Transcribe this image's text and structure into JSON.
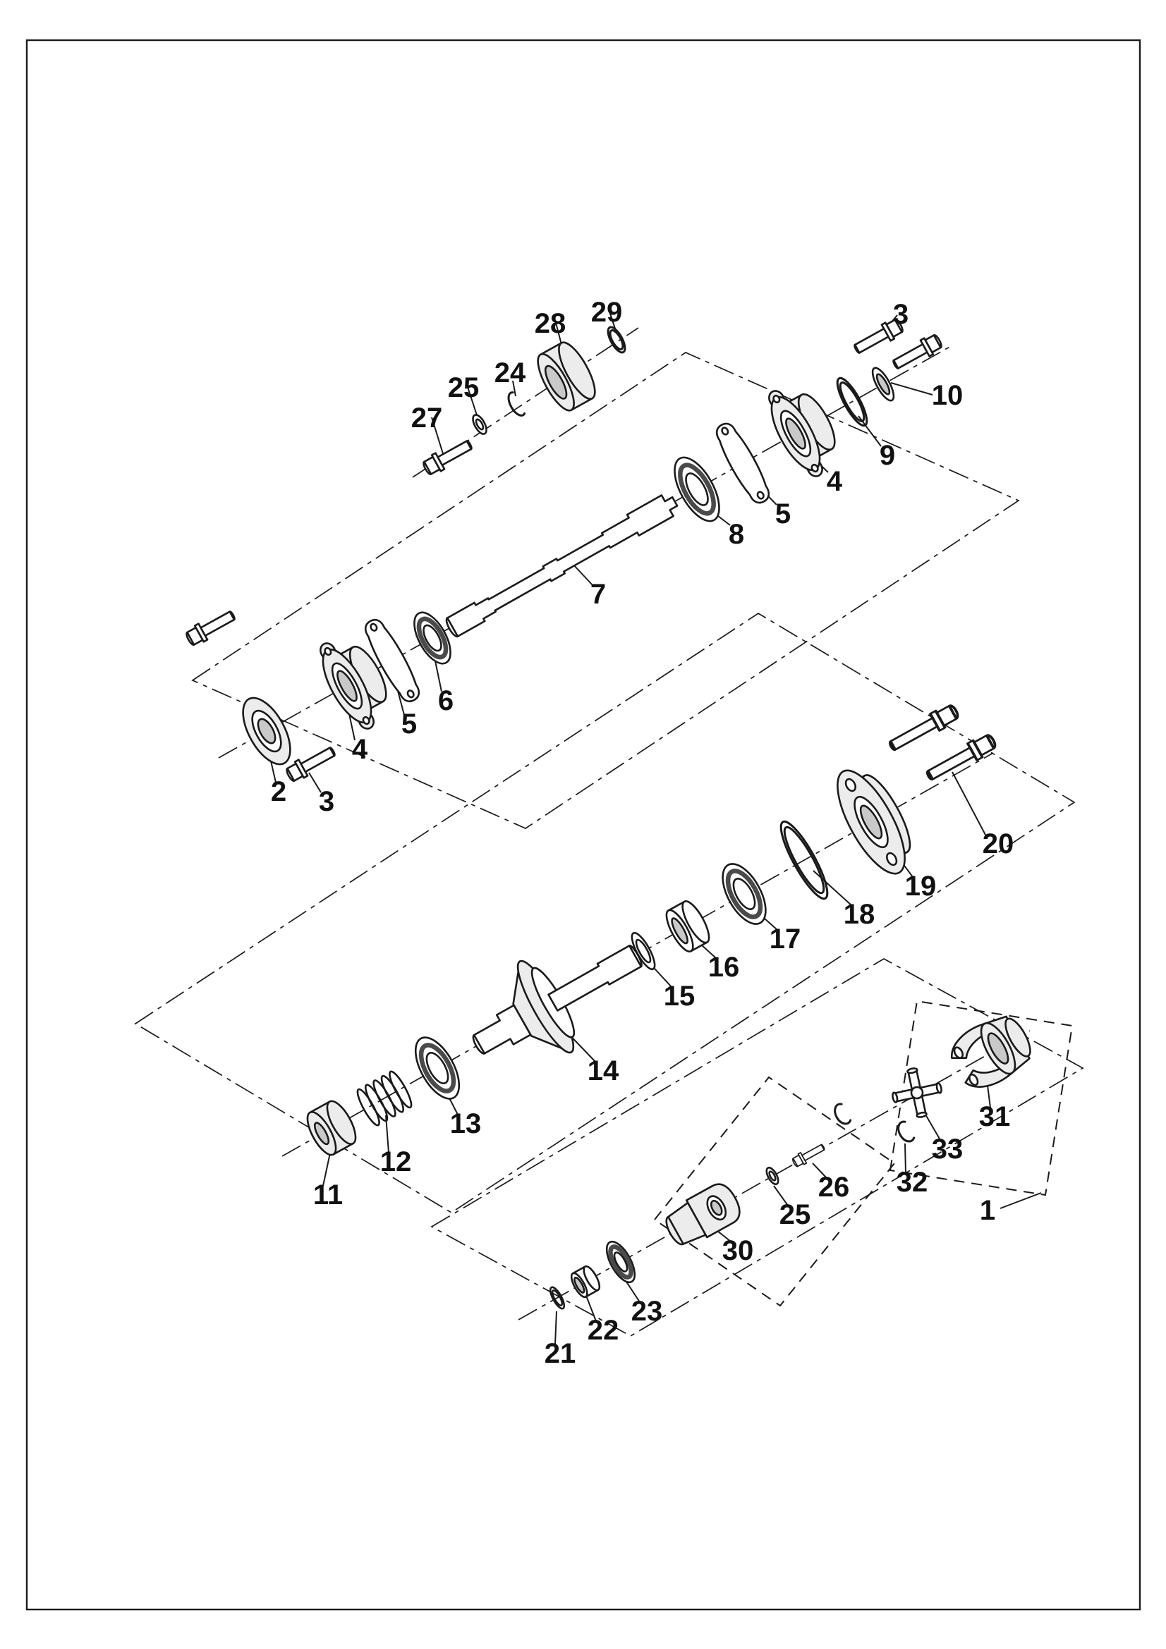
{
  "style": {
    "background": "#ffffff",
    "line_color": "#1a1a1a",
    "shade_color": "#ececec"
  },
  "callouts": [
    {
      "text": "27"
    },
    {
      "text": "25"
    },
    {
      "text": "24"
    },
    {
      "text": "28"
    },
    {
      "text": "29"
    },
    {
      "text": "3"
    },
    {
      "text": "10"
    },
    {
      "text": "9"
    },
    {
      "text": "4"
    },
    {
      "text": "5"
    },
    {
      "text": "8"
    },
    {
      "text": "7"
    },
    {
      "text": "6"
    },
    {
      "text": "5"
    },
    {
      "text": "4"
    },
    {
      "text": "2"
    },
    {
      "text": "3"
    },
    {
      "text": "20"
    },
    {
      "text": "19"
    },
    {
      "text": "18"
    },
    {
      "text": "17"
    },
    {
      "text": "16"
    },
    {
      "text": "15"
    },
    {
      "text": "14"
    },
    {
      "text": "13"
    },
    {
      "text": "12"
    },
    {
      "text": "11"
    },
    {
      "text": "31"
    },
    {
      "text": "33"
    },
    {
      "text": "32"
    },
    {
      "text": "1"
    },
    {
      "text": "26"
    },
    {
      "text": "25"
    },
    {
      "text": "30"
    },
    {
      "text": "23"
    },
    {
      "text": "22"
    },
    {
      "text": "21"
    }
  ]
}
